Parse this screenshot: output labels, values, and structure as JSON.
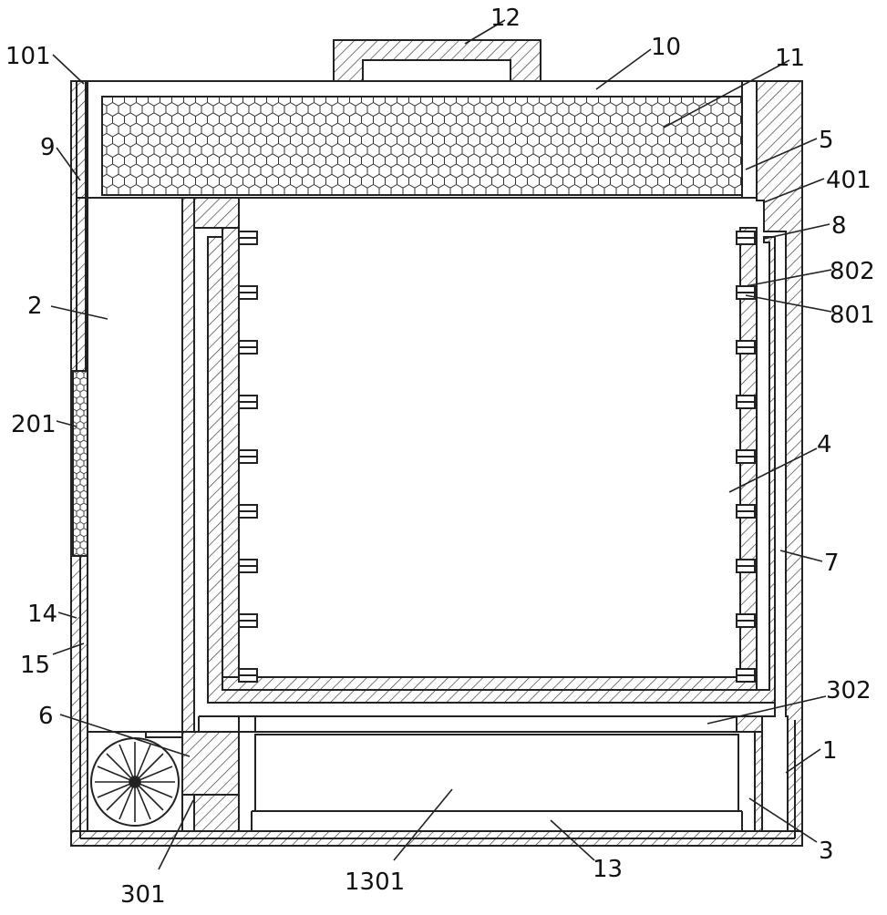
{
  "labels": {
    "l101": "101",
    "l9": "9",
    "l2": "2",
    "l201": "201",
    "l14": "14",
    "l15": "15",
    "l6": "6",
    "l301": "301",
    "l1301": "1301",
    "l13": "13",
    "l3": "3",
    "l1": "1",
    "l302": "302",
    "l7": "7",
    "l4": "4",
    "l801": "801",
    "l802": "802",
    "l8": "8",
    "l401": "401",
    "l5": "5",
    "l11": "11",
    "l10": "10",
    "l12": "12"
  }
}
